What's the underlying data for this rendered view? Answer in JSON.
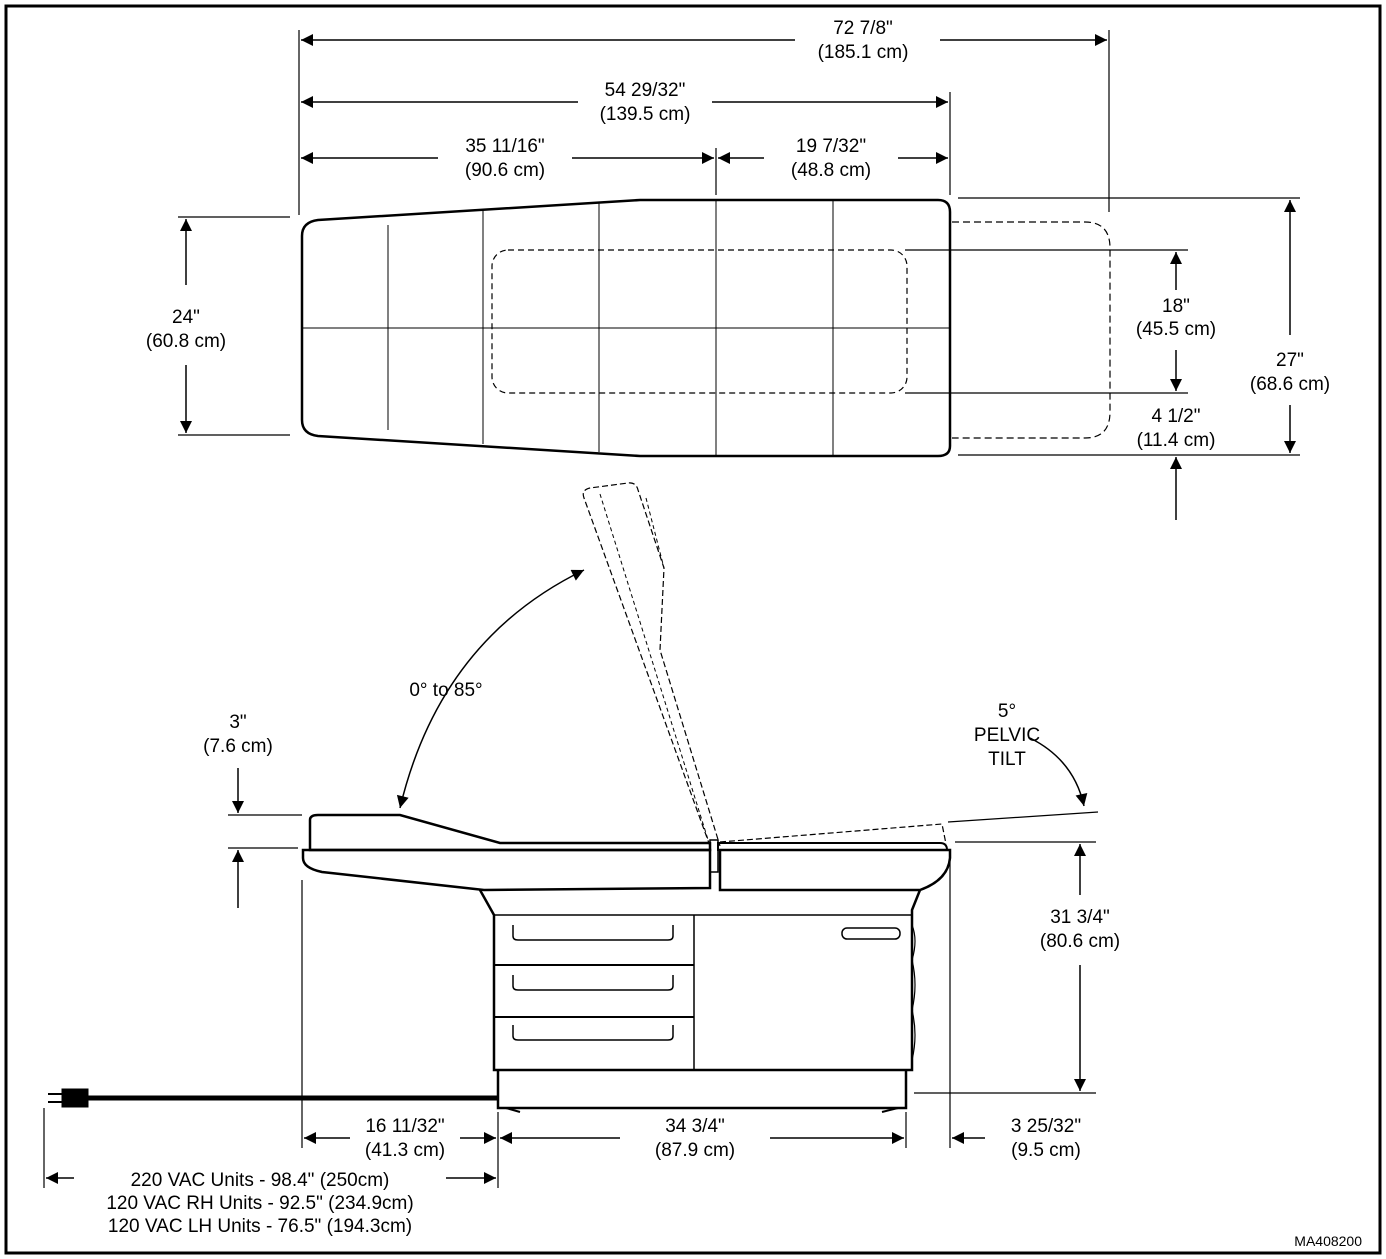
{
  "figure_id": "MA408200",
  "colors": {
    "ink": "#000000",
    "background": "#ffffff"
  },
  "top_view": {
    "overall_length": {
      "imperial": "72 7/8\"",
      "metric": "(185.1 cm)"
    },
    "table_length": {
      "imperial": "54 29/32\"",
      "metric": "(139.5 cm)"
    },
    "back_section": {
      "imperial": "35 11/16\"",
      "metric": "(90.6 cm)"
    },
    "seat_section": {
      "imperial": "19 7/32\"",
      "metric": "(48.8 cm)"
    },
    "width": {
      "imperial": "24\"",
      "metric": "(60.8 cm)"
    },
    "step_width": {
      "imperial": "18\"",
      "metric": "(45.5 cm)"
    },
    "step_offset": {
      "imperial": "4 1/2\"",
      "metric": "(11.4 cm)"
    },
    "overall_width": {
      "imperial": "27\"",
      "metric": "(68.6 cm)"
    }
  },
  "side_view": {
    "back_angle": "0° to 85°",
    "pelvic_tilt": [
      "5°",
      "PELVIC",
      "TILT"
    ],
    "cushion_thickness": {
      "imperial": "3\"",
      "metric": "(7.6 cm)"
    },
    "table_height": {
      "imperial": "31 3/4\"",
      "metric": "(80.6 cm)"
    },
    "base_offset_left": {
      "imperial": "16 11/32\"",
      "metric": "(41.3 cm)"
    },
    "base_length": {
      "imperial": "34 3/4\"",
      "metric": "(87.9 cm)"
    },
    "base_offset_right": {
      "imperial": "3 25/32\"",
      "metric": "(9.5 cm)"
    },
    "cord_lengths": [
      "220 VAC Units - 98.4\" (250cm)",
      "120 VAC RH Units - 92.5\" (234.9cm)",
      "120 VAC LH Units - 76.5\" (194.3cm)"
    ]
  }
}
